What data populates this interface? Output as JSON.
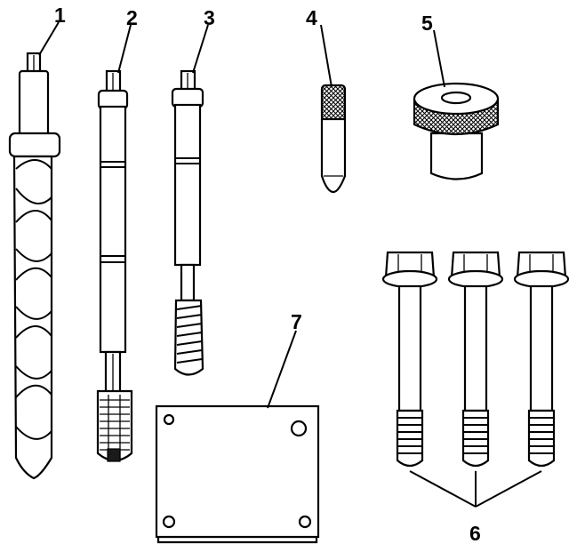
{
  "callouts": {
    "c1": "1",
    "c2": "2",
    "c3": "3",
    "c4": "4",
    "c5": "5",
    "c6": "6",
    "c7": "7"
  },
  "style": {
    "stroke": "#000000",
    "fill": "#ffffff"
  }
}
